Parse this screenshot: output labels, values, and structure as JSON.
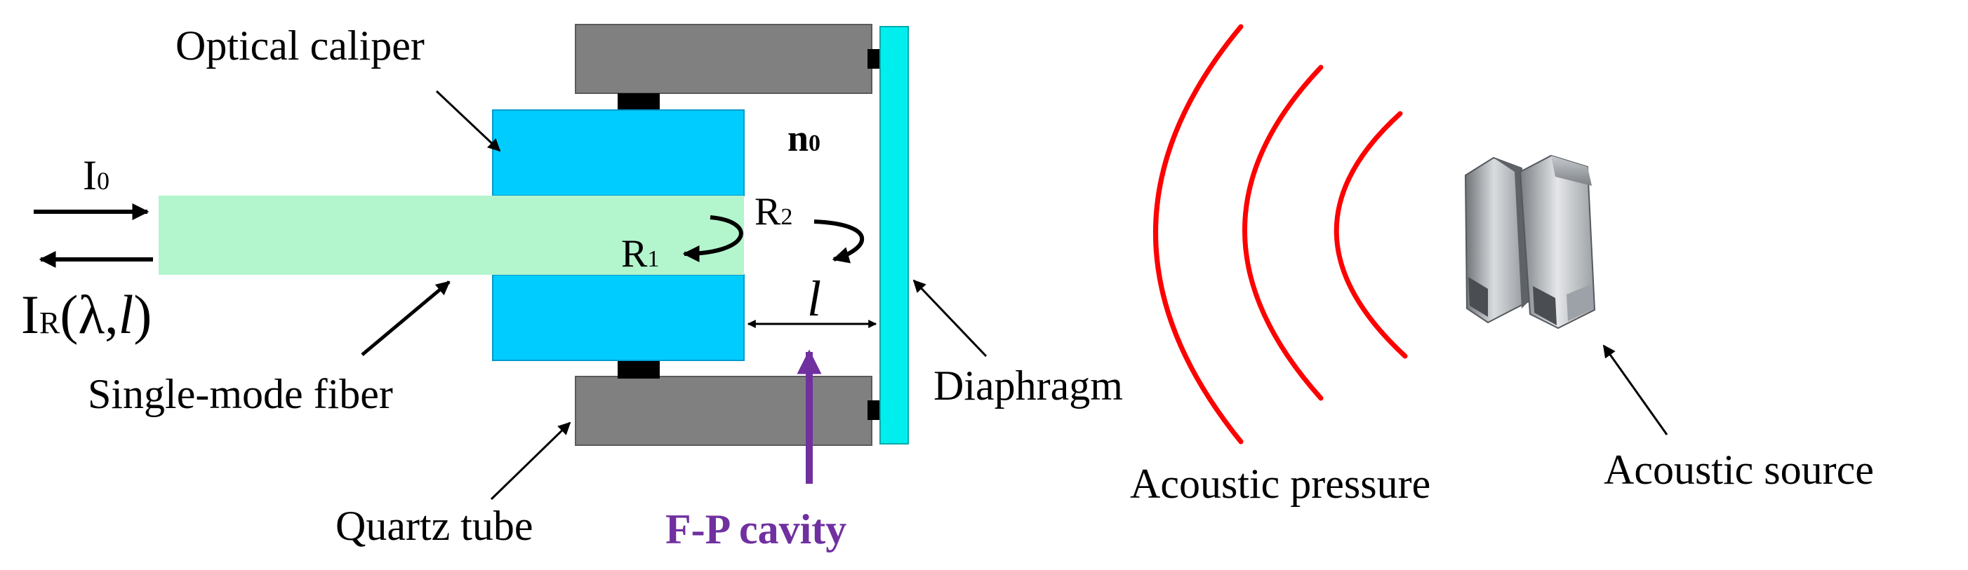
{
  "labels": {
    "optical_caliper": "Optical caliper",
    "single_mode_fiber": "Single-mode fiber",
    "quartz_tube": "Quartz tube",
    "fp_cavity": "F-P cavity",
    "diaphragm": "Diaphragm",
    "acoustic_pressure": "Acoustic pressure",
    "acoustic_source": "Acoustic source",
    "medium_index": {
      "main": "n",
      "sub": "0"
    },
    "incident": {
      "main": "I",
      "sub": "0"
    },
    "reflected": {
      "main": "I",
      "sub": "R",
      "args": "(λ,",
      "l": "l",
      "close": ")"
    },
    "r1": {
      "main": "R",
      "sub": "1"
    },
    "r2": {
      "main": "R",
      "sub": "2"
    },
    "cavity_length": "l"
  },
  "colors": {
    "caliper": "#00ccff",
    "fiber": "#b3f5cc",
    "quartz_tube": "#808080",
    "diaphragm": "#00eeee",
    "acoustic_wave": "#ff0000",
    "fp_label": "#7030a0",
    "fp_arrow": "#7030a0",
    "clamp": "#000000"
  },
  "icons": {
    "speaker": "speaker-icon"
  }
}
